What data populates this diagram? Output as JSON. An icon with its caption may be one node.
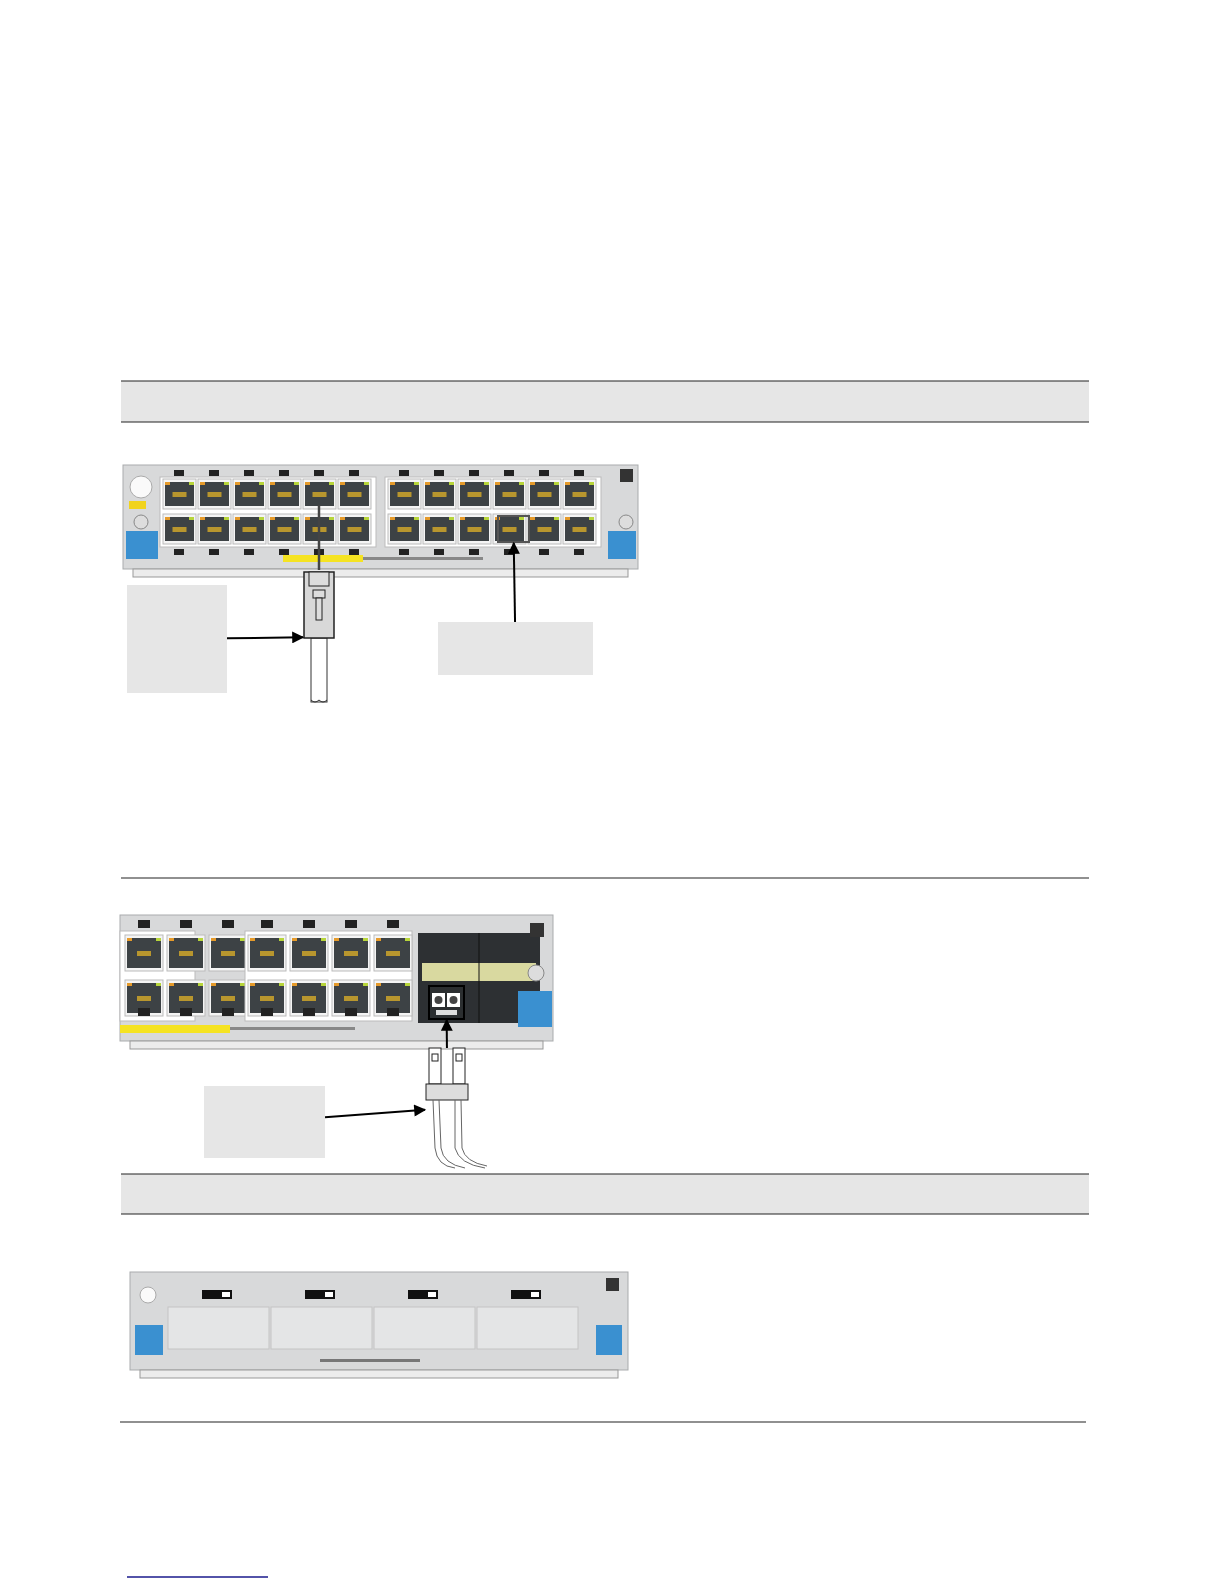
{
  "diagram": {
    "nodes": [
      {
        "text": [],
        "shape": "picture"
      },
      {
        "text": [],
        "shape": "box"
      },
      {
        "text": [],
        "shape": "picture"
      },
      {
        "text": [],
        "shape": "box",
        "in": 0
      },
      {
        "text": [],
        "shape": "box"
      },
      {
        "text": [],
        "shape": "picture"
      },
      {
        "text": [],
        "shape": "box",
        "in": 5
      },
      {
        "text": [],
        "shape": "picture"
      },
      {
        "text": [],
        "shape": "box"
      },
      {
        "text": [],
        "shape": "picture"
      }
    ],
    "edges": [
      {
        "from": 1,
        "to": 2,
        "arrow": "to"
      },
      {
        "from": 4,
        "to": 3,
        "arrow": "to"
      },
      {
        "from": 8,
        "to": 7,
        "arrow": "to"
      },
      {
        "from": 7,
        "to": 6,
        "arrow": "to"
      }
    ]
  }
}
